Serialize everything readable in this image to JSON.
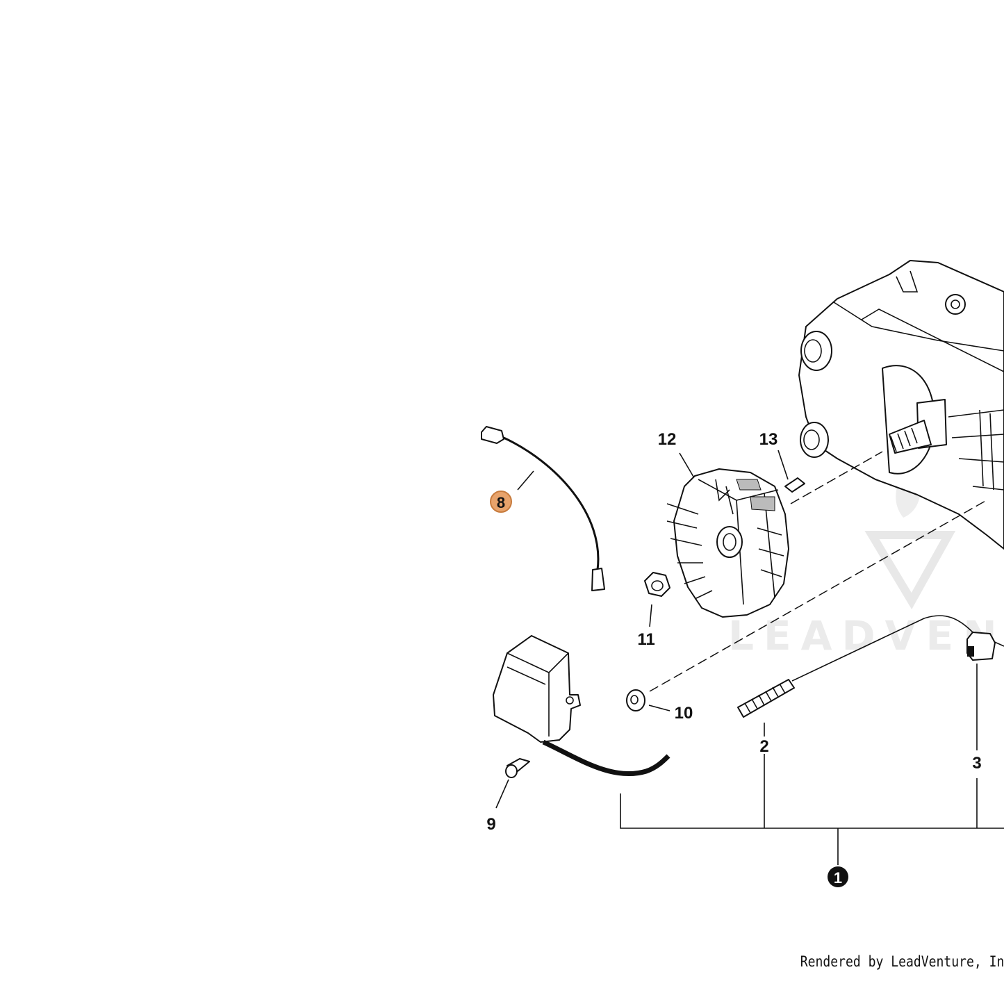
{
  "footer_text": "Rendered by LeadVenture, In",
  "watermark": {
    "text": "LEADVENTU"
  },
  "highlight_color": "#e8a36b",
  "callouts": [
    {
      "id": "main-assembly",
      "label": "1"
    },
    {
      "id": "spring",
      "label": "2"
    },
    {
      "id": "grommet",
      "label": "3"
    },
    {
      "id": "spark-plug-wire",
      "label": "8"
    },
    {
      "id": "screw",
      "label": "9"
    },
    {
      "id": "washer",
      "label": "10"
    },
    {
      "id": "nut",
      "label": "11"
    },
    {
      "id": "flywheel",
      "label": "12"
    },
    {
      "id": "key",
      "label": "13"
    }
  ]
}
